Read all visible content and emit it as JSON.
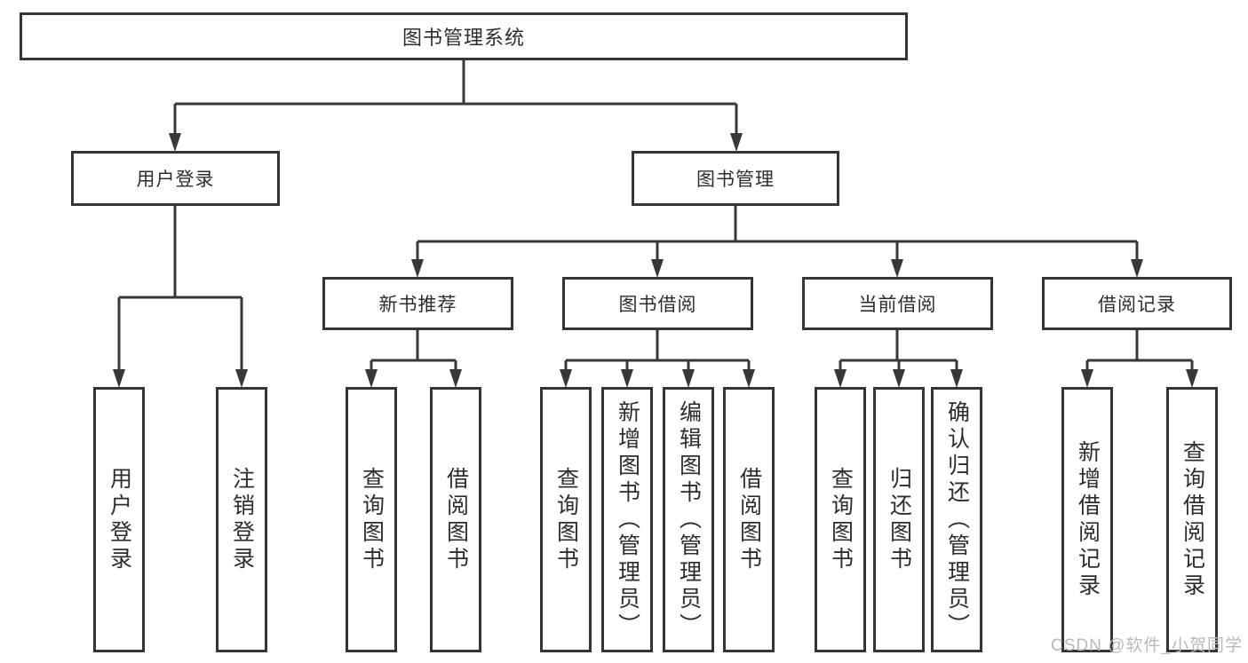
{
  "diagram": {
    "type": "hierarchy-tree",
    "title": "图书管理系统",
    "colors": {
      "line": "#383838",
      "box_border": "#353535",
      "text": "#2d2d2d",
      "watermark": "#b9b9b9",
      "background": "#ffffff"
    },
    "tree": {
      "root": {
        "label": "图书管理系统",
        "children": [
          {
            "label": "用户登录",
            "children": [
              {
                "label": "用户登录"
              },
              {
                "label": "注销登录"
              }
            ]
          },
          {
            "label": "图书管理",
            "children": [
              {
                "label": "新书推荐",
                "children": [
                  {
                    "label": "查询图书"
                  },
                  {
                    "label": "借阅图书"
                  }
                ]
              },
              {
                "label": "图书借阅",
                "children": [
                  {
                    "label": "查询图书"
                  },
                  {
                    "label": "新增图书（管理员）"
                  },
                  {
                    "label": "编辑图书（管理员）"
                  },
                  {
                    "label": "借阅图书"
                  }
                ]
              },
              {
                "label": "当前借阅",
                "children": [
                  {
                    "label": "查询图书"
                  },
                  {
                    "label": "归还图书"
                  },
                  {
                    "label": "确认归还（管理员）"
                  }
                ]
              },
              {
                "label": "借阅记录",
                "children": [
                  {
                    "label": "新增借阅记录"
                  },
                  {
                    "label": "查询借阅记录"
                  }
                ]
              }
            ]
          }
        ]
      }
    },
    "watermark": "CSDN @软件_小贺同学"
  }
}
